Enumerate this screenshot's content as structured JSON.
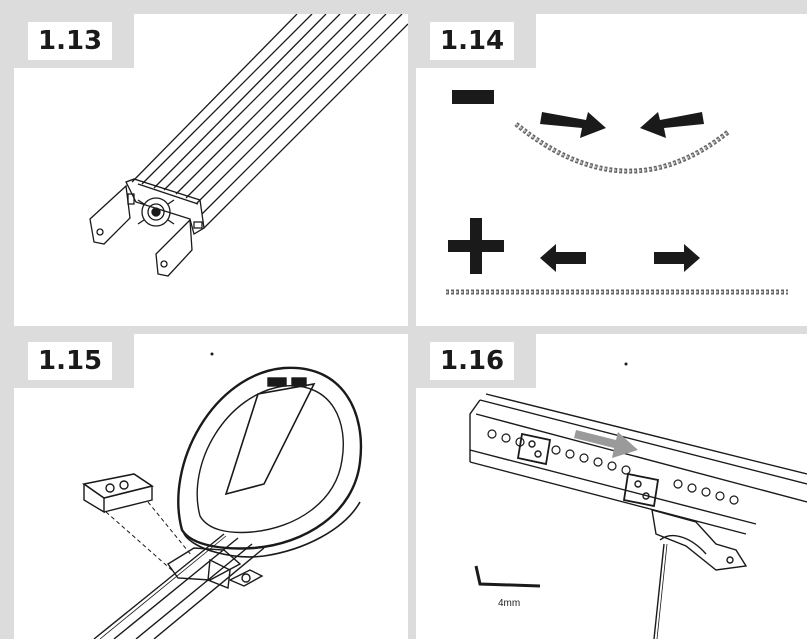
{
  "panels": [
    {
      "id": "1.13",
      "label": "1.13",
      "illustration": "rail-end-bracket"
    },
    {
      "id": "1.14",
      "label": "1.14",
      "illustration": "chain-tension",
      "minus_symbol": "−",
      "plus_symbol": "+"
    },
    {
      "id": "1.15",
      "label": "1.15",
      "illustration": "motor-head-mount"
    },
    {
      "id": "1.16",
      "label": "1.16",
      "illustration": "chain-carriage-adjust",
      "wrench_label": "4mm"
    }
  ],
  "colors": {
    "frame": "#dcdcdc",
    "panel": "#ffffff",
    "ink": "#1a1a1a"
  }
}
